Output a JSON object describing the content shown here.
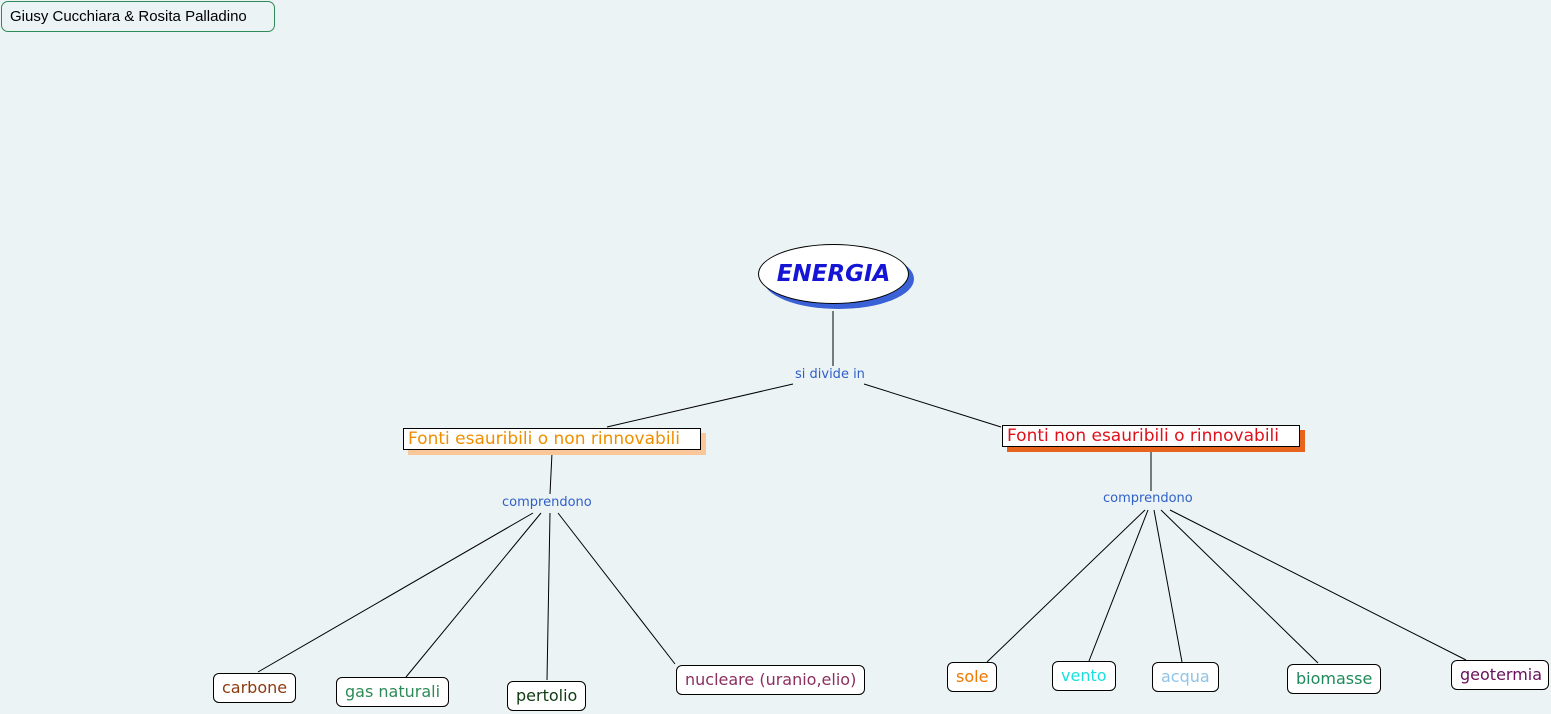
{
  "authors": "Giusy Cucchiara & Rosita Palladino",
  "root": {
    "label": "ENERGIA"
  },
  "root_link": "si divide in",
  "left": {
    "label": "Fonti esauribili o non rinnovabili",
    "link": "comprendono",
    "leaves": [
      "carbone",
      "gas naturali",
      "pertolio",
      "nucleare (uranio,elio)"
    ]
  },
  "right": {
    "label": "Fonti non esauribili o rinnovabili",
    "link": "comprendono",
    "leaves": [
      "sole",
      "vento",
      "acqua",
      "biomasse",
      "geotermia"
    ]
  },
  "colors": {
    "background": "#ecf3f4",
    "root_text": "#1515d6",
    "root_shadow": "#3a62d6",
    "link_text": "#2f5fc9",
    "left_category_text": "#ef8f00",
    "right_category_text": "#e0101a",
    "carbone": "#8b3a0f",
    "gas_naturali": "#2e8b57",
    "pertolio": "#0f3a10",
    "nucleare": "#8b2f5f",
    "sole": "#f07800",
    "vento": "#18e0e0",
    "acqua": "#8fc4e8",
    "biomasse": "#1e8a5a",
    "geotermia": "#6a0f5a"
  }
}
